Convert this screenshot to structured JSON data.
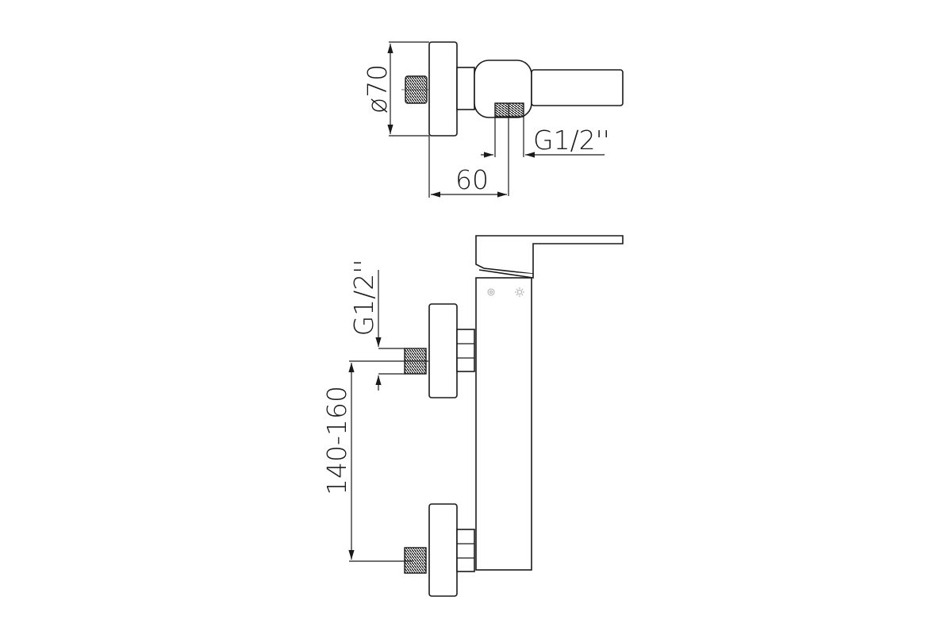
{
  "top_view": {
    "diameter_label": "ø70",
    "thread_label": "G1/2''",
    "depth_label": "60"
  },
  "side_view": {
    "thread_label": "G1/2''",
    "spacing_label": "140-160"
  },
  "colors": {
    "line": "#1a1a1a",
    "background": "#ffffff"
  }
}
